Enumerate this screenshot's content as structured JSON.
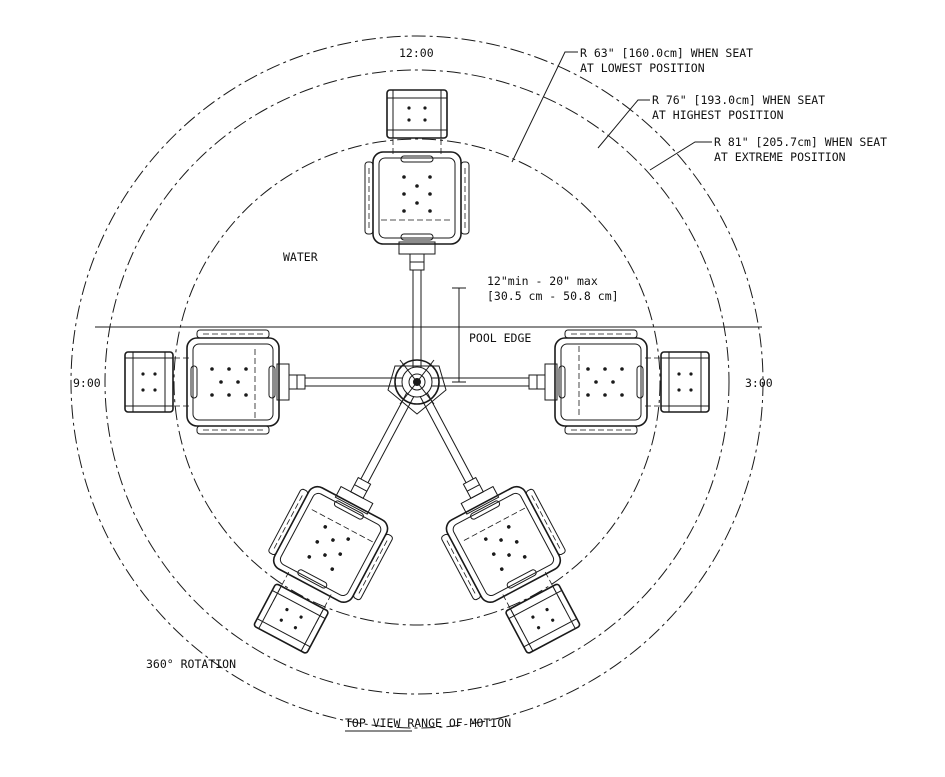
{
  "diagram": {
    "clock_labels": {
      "top": "12:00",
      "right": "3:00",
      "left": "9:00"
    },
    "radius_notes": [
      {
        "line1": "R 63\" [160.0cm] WHEN SEAT",
        "line2": "AT LOWEST POSITION"
      },
      {
        "line1": "R 76\" [193.0cm] WHEN SEAT",
        "line2": "AT HIGHEST POSITION"
      },
      {
        "line1": "R 81\" [205.7cm]  WHEN SEAT",
        "line2": "AT EXTREME POSITION"
      }
    ],
    "water_label": "WATER",
    "dimension": {
      "line1": "12\"min - 20\" max",
      "line2": "[30.5 cm - 50.8 cm]"
    },
    "pool_edge_label": "POOL EDGE",
    "rotation_label": "360° ROTATION",
    "caption": {
      "underlined": "TOP VIEW",
      "rest": " RANGE OF MOTION"
    },
    "line_color": "#1a1a1a"
  }
}
